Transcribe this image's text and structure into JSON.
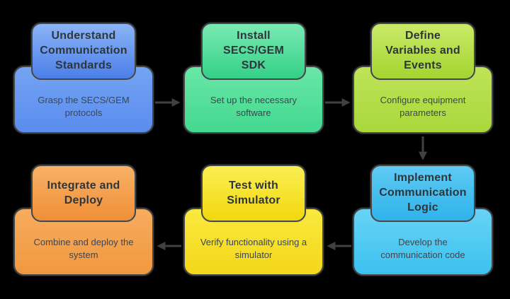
{
  "diagram": {
    "background_color": "#000000",
    "arrow_color": "#3f4245",
    "steps": [
      {
        "id": 1,
        "title": "Understand\nCommunication\nStandards",
        "description": "Grasp the SECS/GEM\nprotocols",
        "colors": {
          "header_top": "#8ab4f6",
          "header_bottom": "#4b7fe9",
          "body_top": "#74a4f3",
          "body_bottom": "#5a8cee",
          "border": "#43474a",
          "title_text": "#2f363b",
          "desc_text": "#3e464e"
        }
      },
      {
        "id": 2,
        "title": "Install\nSECS/GEM\nSDK",
        "description": "Set up the necessary\nsoftware",
        "colors": {
          "header_top": "#7aeab2",
          "header_bottom": "#34d088",
          "body_top": "#69e7a6",
          "body_bottom": "#43d890",
          "border": "#43474a",
          "title_text": "#2f363b",
          "desc_text": "#3e464e"
        }
      },
      {
        "id": 3,
        "title": "Define\nVariables and\nEvents",
        "description": "Configure equipment\nparameters",
        "colors": {
          "header_top": "#c9ea67",
          "header_bottom": "#a4d431",
          "body_top": "#bfe458",
          "body_bottom": "#a9d73b",
          "border": "#43474a",
          "title_text": "#2f363b",
          "desc_text": "#3e464e"
        }
      },
      {
        "id": 4,
        "title": "Implement\nCommunication\nLogic",
        "description": "Develop the\ncommunication code",
        "colors": {
          "header_top": "#5fcaf3",
          "header_bottom": "#2fb3eb",
          "body_top": "#68d3f5",
          "body_bottom": "#3bc1ef",
          "border": "#43474a",
          "title_text": "#2f363b",
          "desc_text": "#3e464e"
        }
      },
      {
        "id": 5,
        "title": "Test with\nSimulator",
        "description": "Verify functionality using a\nsimulator",
        "colors": {
          "header_top": "#fbee52",
          "header_bottom": "#f2d80e",
          "body_top": "#f9e93f",
          "body_bottom": "#f4d71a",
          "border": "#43474a",
          "title_text": "#2f363b",
          "desc_text": "#3e464e"
        }
      },
      {
        "id": 6,
        "title": "Integrate and\nDeploy",
        "description": "Combine and deploy the\nsystem",
        "colors": {
          "header_top": "#f8b166",
          "header_bottom": "#ef8f38",
          "body_top": "#f7ac5f",
          "body_bottom": "#f0983f",
          "border": "#43474a",
          "title_text": "#2f363b",
          "desc_text": "#3e464e"
        }
      }
    ],
    "edges": [
      {
        "from": 1,
        "to": 2,
        "direction": "right"
      },
      {
        "from": 2,
        "to": 3,
        "direction": "right"
      },
      {
        "from": 3,
        "to": 4,
        "direction": "down"
      },
      {
        "from": 4,
        "to": 5,
        "direction": "left"
      },
      {
        "from": 5,
        "to": 6,
        "direction": "left"
      }
    ]
  }
}
